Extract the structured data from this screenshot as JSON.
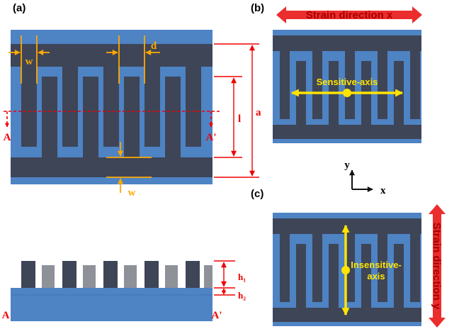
{
  "figure": {
    "panel_a_label": "(a)",
    "panel_b_label": "(b)",
    "panel_c_label": "(c)"
  },
  "dims": {
    "finger_width": "w",
    "finger_gap": "d",
    "finger_length": "l",
    "period": "a",
    "bar_width": "w",
    "height_1": "h₁",
    "height_2": "h₂"
  },
  "section": {
    "top_left": "A",
    "top_right": "A'",
    "cs_left": "A",
    "cs_right": "A'"
  },
  "labels": {
    "strain_x": "Strain direction x",
    "strain_y": "Strain direction y",
    "sensitive_axis": "Sensitive-axis",
    "insensitive_line1": "Insensitive-",
    "insensitive_line2": "axis",
    "axis_x": "x",
    "axis_y": "y"
  },
  "colors": {
    "structure_blue": "#4E83C4",
    "electrode_dark": "#3E4557",
    "pillar_gray": "#8F9199",
    "dimension_orange": "#FFA800",
    "dimension_red": "#F00000",
    "arrow_red": "#EC2D2D",
    "arrow_text_red": "#A60000",
    "axis_yellow": "#FFE400"
  }
}
